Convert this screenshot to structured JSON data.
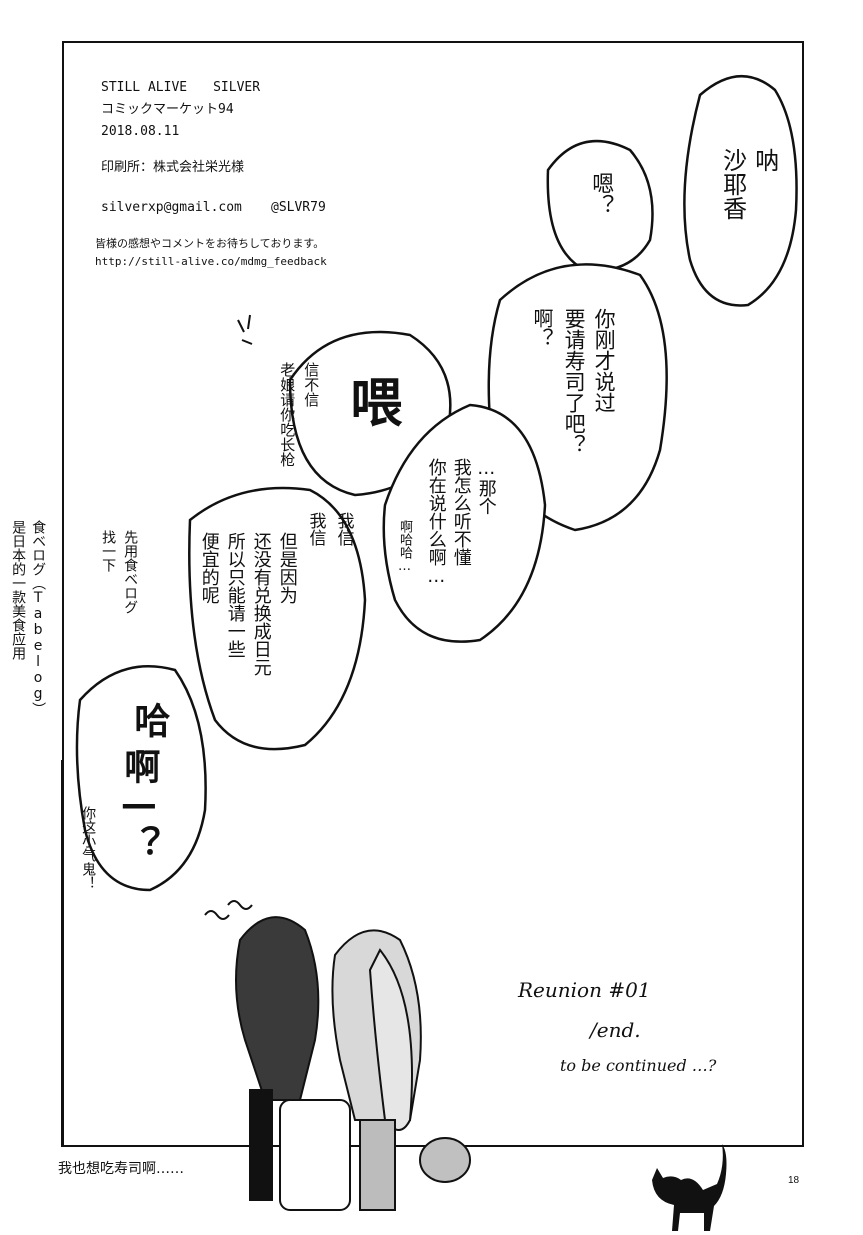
{
  "colophon": {
    "title": "STILL ALIVE　　SILVER",
    "event": "コミックマーケット94",
    "date": "2018.08.11",
    "printer": "印刷所：株式会社栄光様",
    "email": "silverxp@gmail.com",
    "twitter": "@SLVR79",
    "feedback_note": "皆様の感想やコメントをお待ちしております。",
    "feedback_url": "http://still-alive.co/mdmg_feedback"
  },
  "dialogue": {
    "nee_sayaka_1": "呐",
    "nee_sayaka_2": "沙耶香",
    "en": "嗯？",
    "sushi_1": "你刚才说过",
    "sushi_2": "要请寿司了吧？",
    "aa": "啊？",
    "oi": "喂",
    "shinfushin_1": "信不信",
    "shinfushin_2": "老娘请你吃长枪",
    "nage_1": "…那个",
    "nage_2": "我怎么听不懂",
    "nage_3": "你在说什么啊…",
    "ahaha": "啊哈哈…",
    "woxin_1": "我信",
    "woxin_2": "我信",
    "yen_1": "但是因为",
    "yen_2": "还没有兑换成日元",
    "yen_3": "所以只能请一些",
    "yen_4": "便宜的呢",
    "tabelog_1": "先用食ベログ",
    "tabelog_2": "找一下",
    "haa_1": "哈",
    "haa_2": "啊—？",
    "stingy": "你这小气鬼！"
  },
  "side_note": {
    "line1": "食ベログ（Tabelog）",
    "line2": "是日本的一款美食应用"
  },
  "ending": {
    "reunion": "Reunion #01",
    "end": "/end.",
    "continued": "to be continued …?"
  },
  "footer": {
    "caption": "我也想吃寿司啊……",
    "page_number": "18"
  }
}
